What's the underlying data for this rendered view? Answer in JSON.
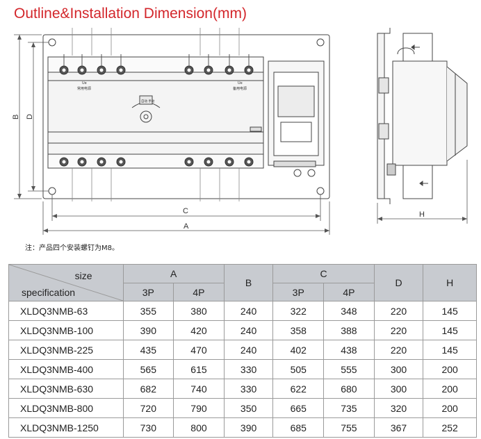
{
  "title": "Outline&Installation Dimension(mm)",
  "drawing": {
    "front_labels": {
      "A": "A",
      "B": "B",
      "C": "C",
      "D": "D",
      "ue_left": "Ue",
      "ue_left_sub": "常用电源",
      "ue_right": "Ue",
      "ue_right_sub": "备用电源",
      "knob_text": "自动 手动"
    },
    "side_labels": {
      "H": "H"
    }
  },
  "note": "注：产品四个安装螺钉为M8。",
  "table": {
    "header_size": "size",
    "header_spec": "specification",
    "col_A": "A",
    "col_B": "B",
    "col_C": "C",
    "col_D": "D",
    "col_H": "H",
    "sub_3P_A": "3P",
    "sub_4P_A": "4P",
    "sub_3P_C": "3P",
    "sub_4P_C": "4P",
    "rows": [
      {
        "model": "XLDQ3NMB-63",
        "a3": "355",
        "a4": "380",
        "b": "240",
        "c3": "322",
        "c4": "348",
        "d": "220",
        "h": "145"
      },
      {
        "model": "XLDQ3NMB-100",
        "a3": "390",
        "a4": "420",
        "b": "240",
        "c3": "358",
        "c4": "388",
        "d": "220",
        "h": "145"
      },
      {
        "model": "XLDQ3NMB-225",
        "a3": "435",
        "a4": "470",
        "b": "240",
        "c3": "402",
        "c4": "438",
        "d": "220",
        "h": "145"
      },
      {
        "model": "XLDQ3NMB-400",
        "a3": "565",
        "a4": "615",
        "b": "330",
        "c3": "505",
        "c4": "555",
        "d": "300",
        "h": "200"
      },
      {
        "model": "XLDQ3NMB-630",
        "a3": "682",
        "a4": "740",
        "b": "330",
        "c3": "622",
        "c4": "680",
        "d": "300",
        "h": "200"
      },
      {
        "model": "XLDQ3NMB-800",
        "a3": "720",
        "a4": "790",
        "b": "350",
        "c3": "665",
        "c4": "735",
        "d": "320",
        "h": "200"
      },
      {
        "model": "XLDQ3NMB-1250",
        "a3": "730",
        "a4": "800",
        "b": "390",
        "c3": "685",
        "c4": "755",
        "d": "367",
        "h": "252"
      }
    ]
  }
}
